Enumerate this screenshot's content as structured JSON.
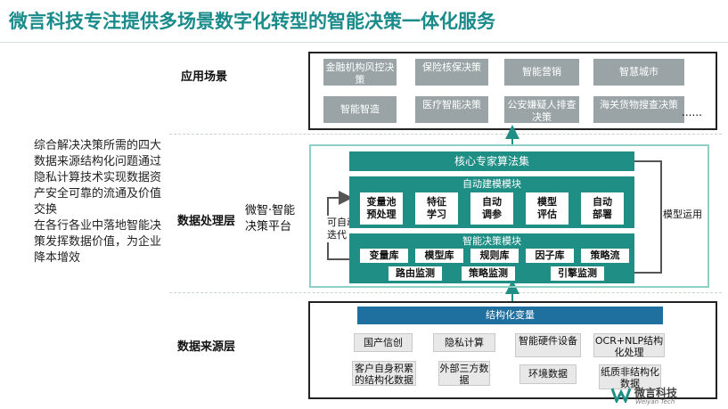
{
  "title": "微言科技专注提供多场景数字化转型的智能决策一体化服务",
  "left_text": "综合解决决策所需的四大数据来源结构化问题通过隐私计算技术实现数据资产安全可靠的流通及价值交换\n在各行各业中落地智能决策发挥数据价值，为企业降本增效",
  "layers": {
    "application": "应用场景",
    "processing": "数据处理层",
    "source": "数据来源层"
  },
  "application": {
    "row1": [
      "金融机构风控决策",
      "保险核保决策",
      "智能营销",
      "智慧城市"
    ],
    "row2": [
      "智能智造",
      "医疗智能决策",
      "公安嫌疑人排查决策",
      "海关货物搜查决策"
    ],
    "more": "......"
  },
  "processing": {
    "platform": "微智·智能\n决策平台",
    "iterate": "可自动\n迭代",
    "model_use": "模型运用",
    "expert": "核心专家算法集",
    "auto_model": "自动建模模块",
    "auto_steps": [
      "变量池\n预处理",
      "特征\n学习",
      "自动\n调参",
      "模型\n评估",
      "自动\n部署"
    ],
    "decision": "智能决策模块",
    "decision_row1": [
      "变量库",
      "模型库",
      "规则库",
      "因子库",
      "策略流"
    ],
    "decision_row2": [
      "路由监测",
      "策略监测",
      "引擎监测"
    ]
  },
  "source": {
    "bar": "结构化变量",
    "tech": [
      "国产信创",
      "隐私计算",
      "智能硬件设备",
      "OCR+NLP结构化处理"
    ],
    "data": [
      "客户自身积累的结构化数据",
      "外部三方数据",
      "环境数据",
      "纸质非结构化数据"
    ]
  },
  "logo": {
    "name": "微言科技",
    "sub": "Weiyan Tech",
    "icon": "weiyan-logo-icon"
  }
}
